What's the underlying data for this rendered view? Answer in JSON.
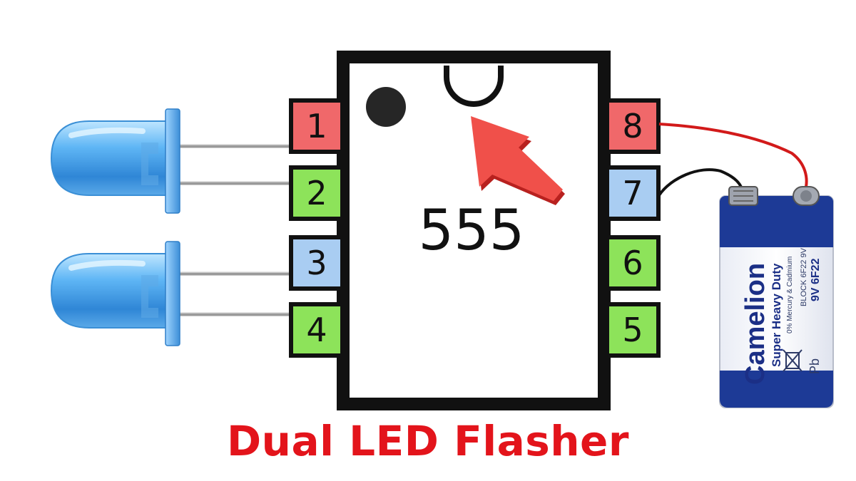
{
  "title": "Dual LED Flasher",
  "chip": {
    "label": "555",
    "pins_left": [
      {
        "number": "1",
        "color": "#f0686a"
      },
      {
        "number": "2",
        "color": "#8de35a"
      },
      {
        "number": "3",
        "color": "#a9cdf2"
      },
      {
        "number": "4",
        "color": "#8de35a"
      }
    ],
    "pins_right": [
      {
        "number": "8",
        "color": "#f0686a"
      },
      {
        "number": "7",
        "color": "#a9cdf2"
      },
      {
        "number": "6",
        "color": "#8de35a"
      },
      {
        "number": "5",
        "color": "#8de35a"
      }
    ],
    "pin1_marker": "pin-1-dot",
    "indicator": "red-arrow-icon"
  },
  "leds": {
    "count": 2,
    "color": "#4a9fe8"
  },
  "battery": {
    "brand": "Camelion",
    "line": "Super Heavy Duty",
    "note": "0% Mercury & Cadmium",
    "model": "BLOCK 6F22 9V",
    "voltage": "9V 6F22",
    "mark": "Pb",
    "color": "#1d3a96"
  },
  "wires": {
    "positive": "#d21a1a",
    "negative": "#111111"
  }
}
